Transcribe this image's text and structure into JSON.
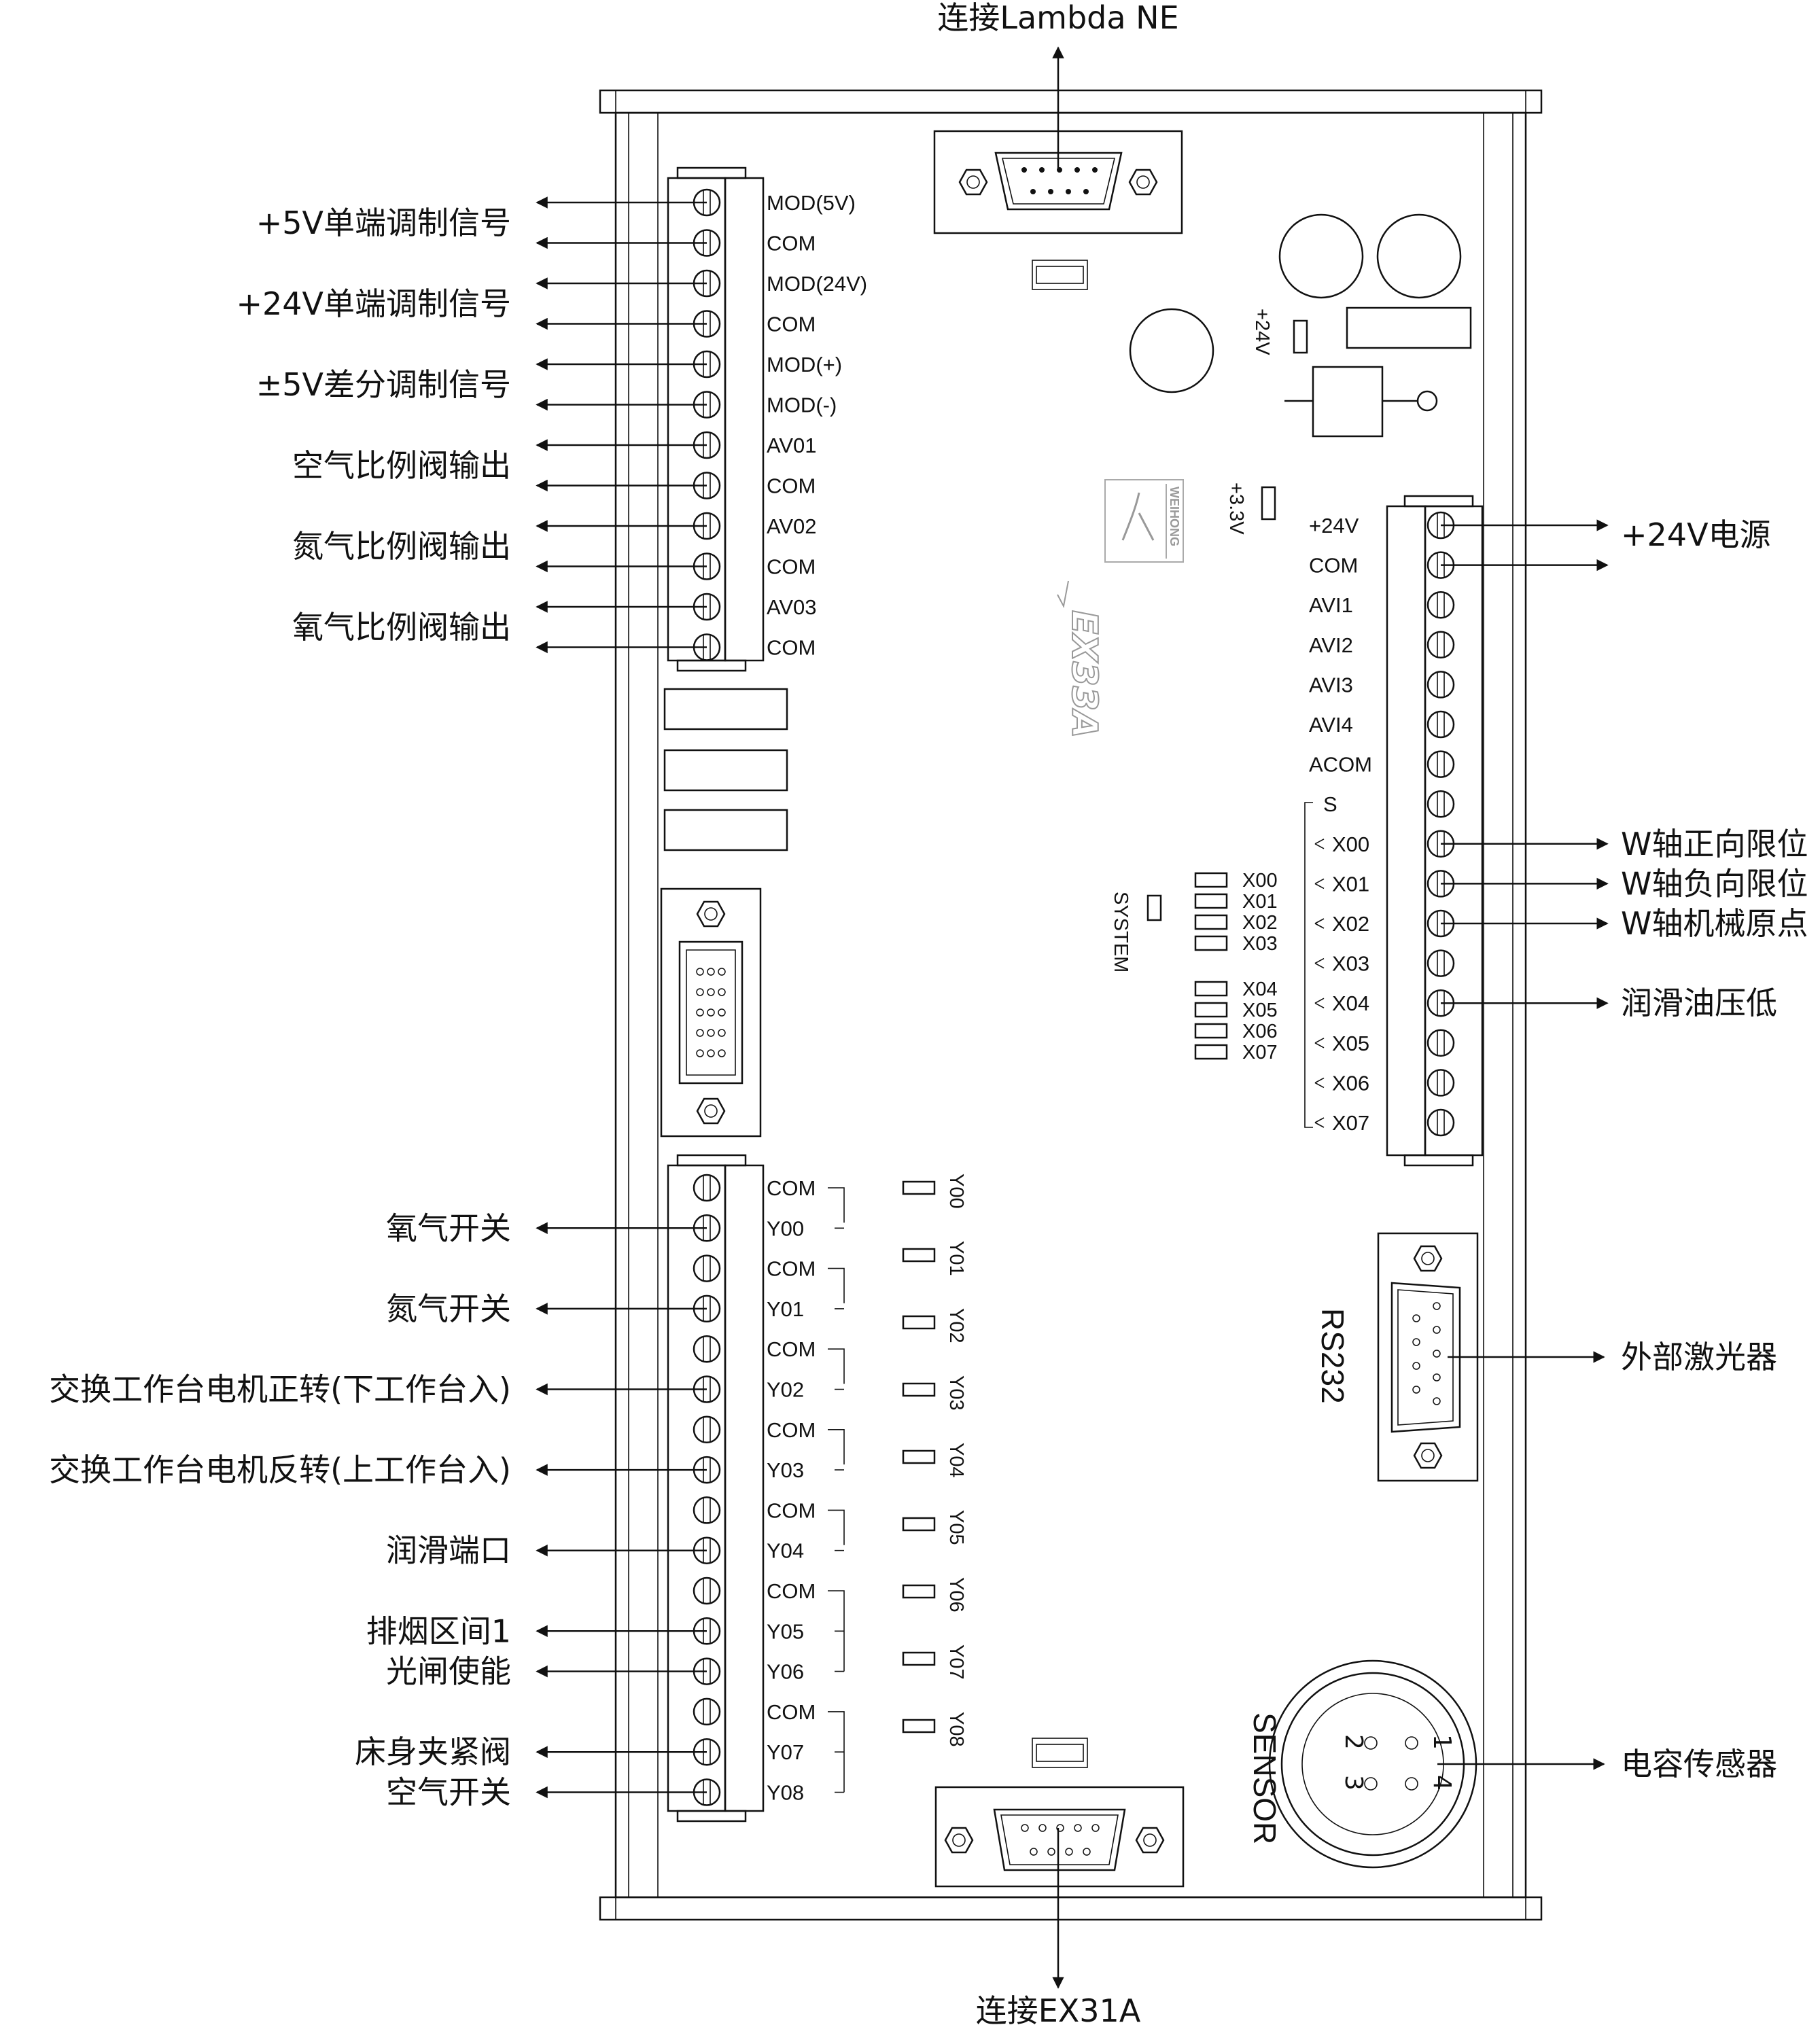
{
  "top_connector_label": "连接Lambda NE",
  "bottom_connector_label": "连接EX31A",
  "model": "EX33A",
  "brand": "WEIHONG",
  "led_labels": {
    "v24": "+24V",
    "v33": "+3.3V",
    "system": "SYSTEM"
  },
  "port_labels": {
    "rs232": "RS232",
    "sensor": "SENSOR"
  },
  "sensor_pins": [
    "1",
    "2",
    "3",
    "4"
  ],
  "left_top_pins": [
    "MOD(5V)",
    "COM",
    "MOD(24V)",
    "COM",
    "MOD(+)",
    "MOD(-)",
    "AV01",
    "COM",
    "AV02",
    "COM",
    "AV03",
    "COM"
  ],
  "left_top_labels": [
    "+5V单端调制信号",
    "+24V单端调制信号",
    "±5V差分调制信号",
    "空气比例阀输出",
    "氮气比例阀输出",
    "氧气比例阀输出"
  ],
  "left_bottom_pins": [
    "COM",
    "Y00",
    "COM",
    "Y01",
    "COM",
    "Y02",
    "COM",
    "Y03",
    "COM",
    "Y04",
    "COM",
    "Y05",
    "Y06",
    "COM",
    "Y07",
    "Y08"
  ],
  "left_bottom_labels": [
    "氧气开关",
    "氮气开关",
    "交换工作台电机正转(下工作台入)",
    "交换工作台电机反转(上工作台入)",
    "润滑端口",
    "排烟区间1",
    "光闸使能",
    "床身夹紧阀",
    "空气开关"
  ],
  "y_leds": [
    "Y00",
    "Y01",
    "Y02",
    "Y03",
    "Y04",
    "Y05",
    "Y06",
    "Y07",
    "Y08"
  ],
  "x_leds": [
    "X00",
    "X01",
    "X02",
    "X03",
    "X04",
    "X05",
    "X06",
    "X07"
  ],
  "right_pins": [
    "+24V",
    "COM",
    "AVI1",
    "AVI2",
    "AVI3",
    "AVI4",
    "ACOM",
    "S",
    "X00",
    "X01",
    "X02",
    "X03",
    "X04",
    "X05",
    "X06",
    "X07"
  ],
  "right_labels": [
    "+24V电源",
    "W轴正向限位",
    "W轴负向限位",
    "W轴机械原点",
    "润滑油压低"
  ],
  "rs232_label": "外部激光器",
  "sensor_label": "电容传感器"
}
